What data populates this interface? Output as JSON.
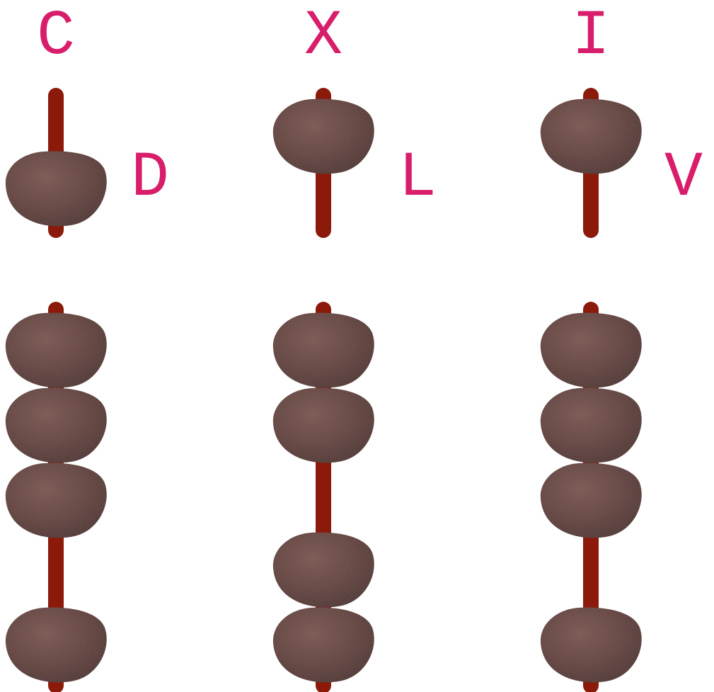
{
  "colors": {
    "label": "#d81e6a",
    "rod": "#8b1a0a",
    "bead": "#5a3b37",
    "bead_dark": "#3a2422",
    "bead_light": "#8a6661",
    "background": "#ffffff"
  },
  "columns": [
    {
      "id": "c",
      "column_label": "C",
      "upper_label": "D",
      "upper_bead_state": "down",
      "lower_bead_gaps_after": [
        3
      ]
    },
    {
      "id": "x",
      "column_label": "X",
      "upper_label": "L",
      "upper_bead_state": "up",
      "lower_bead_gaps_after": [
        2
      ]
    },
    {
      "id": "i",
      "column_label": "I",
      "upper_label": "V",
      "upper_bead_state": "up",
      "lower_bead_gaps_after": [
        3
      ]
    }
  ]
}
